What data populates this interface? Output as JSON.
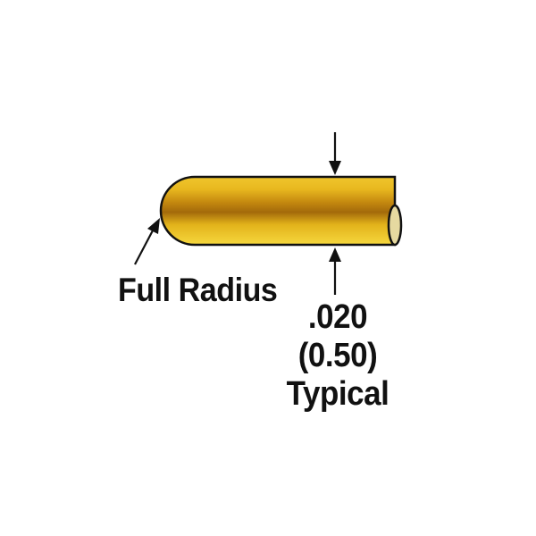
{
  "labels": {
    "full_radius": "Full Radius",
    "dimension_inch": ".020",
    "dimension_mm": "(0.50)",
    "typical": "Typical"
  },
  "colors": {
    "gold_light": "#f3d43a",
    "gold_mid": "#e2b21a",
    "gold_dark": "#a46d0c",
    "end_face": "#e6d9a0",
    "outline": "#111111"
  }
}
